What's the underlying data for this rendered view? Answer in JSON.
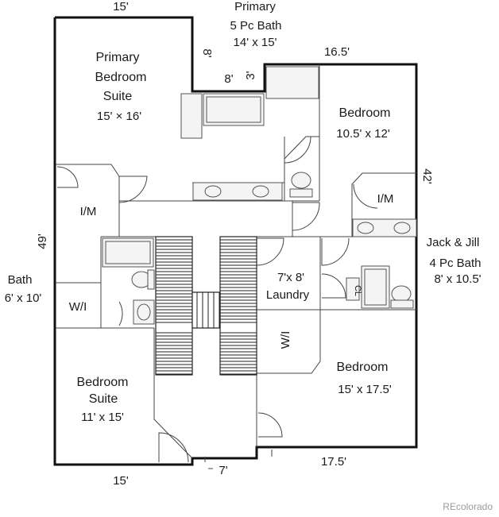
{
  "rooms": {
    "primary_suite": {
      "line1": "Primary",
      "line2": "Bedroom",
      "line3": "Suite",
      "size": "15'  × 16'"
    },
    "primary_bath": {
      "line1": "Primary",
      "line2": "5 Pc   Bath",
      "size": "14' x 15'"
    },
    "bedroom_ne": {
      "name": "Bedroom",
      "size": "10.5'   x 12'"
    },
    "jack_jill": {
      "line1": "Jack & Jill",
      "line2": "4 Pc   Bath",
      "size": "8'  x  10.5'"
    },
    "laundry": {
      "size": "7'x 8'",
      "name": "Laundry"
    },
    "bedroom_se": {
      "name": "Bedroom",
      "size": "15'  x 17.5'"
    },
    "bedroom_suite": {
      "line1": "Bedroom",
      "line2": "Suite",
      "size": "11'  x  15'"
    },
    "bath_w": {
      "name": "Bath",
      "size": "6' x 10'"
    },
    "closets": {
      "wim_left": "I/M",
      "wim_right": "I/M",
      "wi_left": "W/I",
      "wi_center": "W/I",
      "cl": "CL"
    }
  },
  "dimensions": {
    "top_left": "15'",
    "primary_nook_v": "8'",
    "primary_nook_h": "8'",
    "bath_nook": "3'",
    "top_right": "16.5'",
    "right_side": "42'",
    "left_side": "49'",
    "bottom_left": "15'",
    "bottom_mid": "7'",
    "bottom_right": "17.5'"
  },
  "watermark": "REcolorado"
}
